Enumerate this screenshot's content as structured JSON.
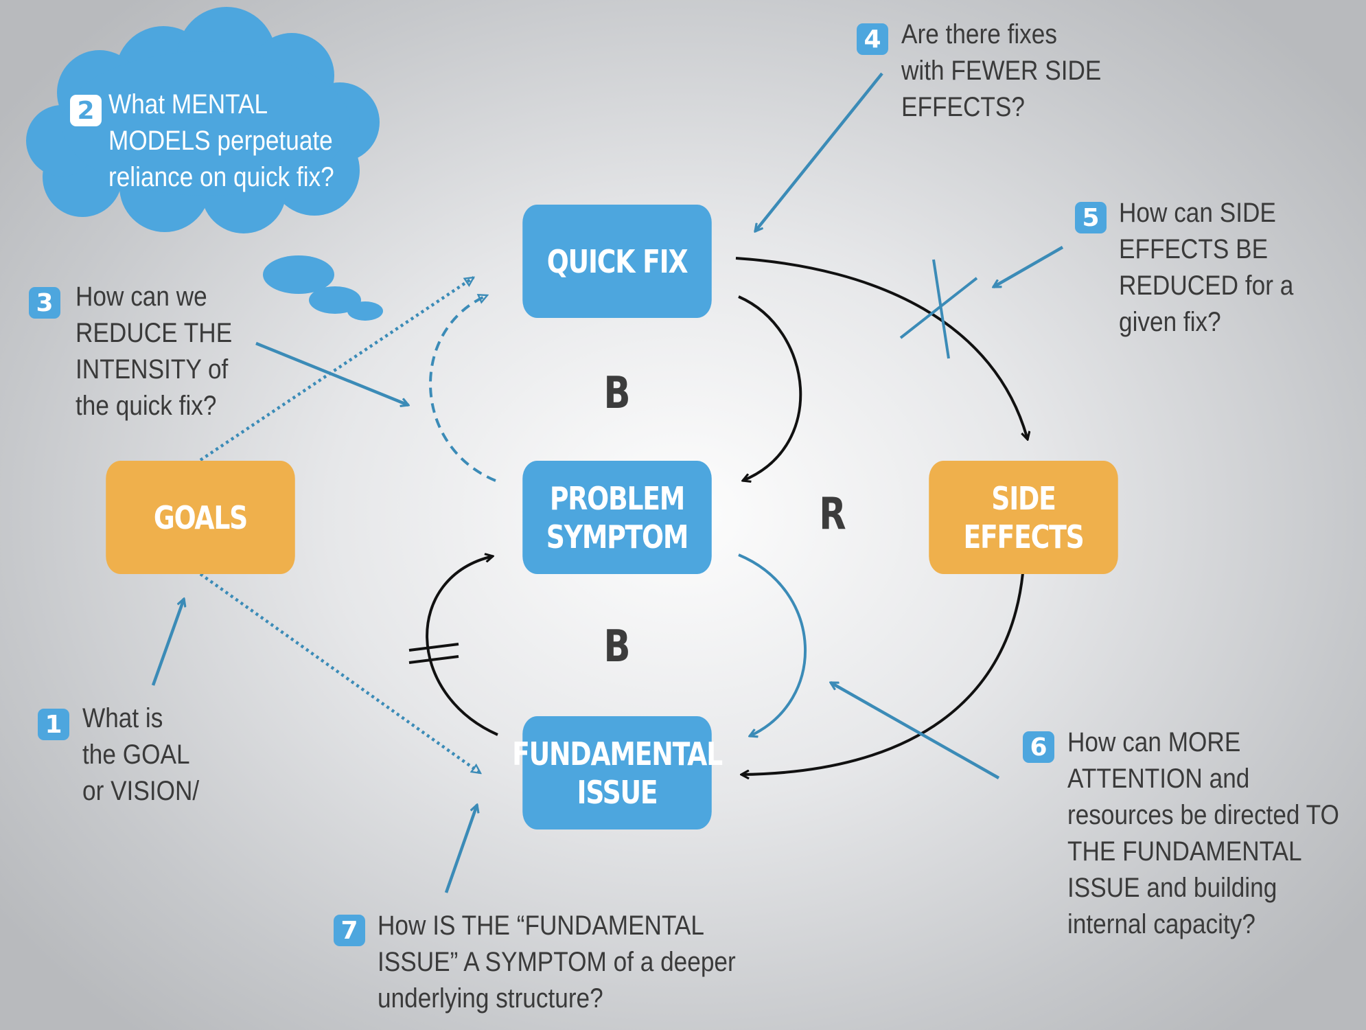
{
  "colors": {
    "box_blue": "#4da6de",
    "box_orange": "#efb04c",
    "cloud": "#4da6de",
    "question_arrow": "#3b8bb7",
    "black_arrow": "#111111",
    "text": "#3a3a3a"
  },
  "boxes": {
    "quick_fix": "QUICK FIX",
    "problem_symptom": [
      "PROBLEM",
      "SYMPTOM"
    ],
    "fundamental_issue": [
      "FUNDAMENTAL",
      "ISSUE"
    ],
    "goals": "GOALS",
    "side_effects": [
      "SIDE",
      "EFFECTS"
    ]
  },
  "loops": {
    "upper": "B",
    "lower": "B",
    "outer": "R"
  },
  "questions": [
    {
      "number": "1",
      "lines": [
        "What is",
        "the GOAL",
        "or VISION/"
      ]
    },
    {
      "number": "2",
      "lines": [
        "What MENTAL",
        "MODELS perpetuate",
        "reliance on quick fix?"
      ]
    },
    {
      "number": "3",
      "lines": [
        "How can we",
        "REDUCE THE",
        "INTENSITY of",
        "the quick fix?"
      ]
    },
    {
      "number": "4",
      "lines": [
        "Are there fixes",
        "with FEWER SIDE",
        "EFFECTS?"
      ]
    },
    {
      "number": "5",
      "lines": [
        "How can SIDE",
        "EFFECTS BE",
        "REDUCED for a",
        "given fix?"
      ]
    },
    {
      "number": "6",
      "lines": [
        "How can MORE",
        "ATTENTION and",
        "resources be directed TO",
        "THE FUNDAMENTAL",
        "ISSUE and building",
        "internal capacity?"
      ]
    },
    {
      "number": "7",
      "lines": [
        "How IS THE “FUNDAMENTAL",
        "ISSUE” A SYMPTOM of a deeper",
        "underlying structure?"
      ]
    }
  ]
}
